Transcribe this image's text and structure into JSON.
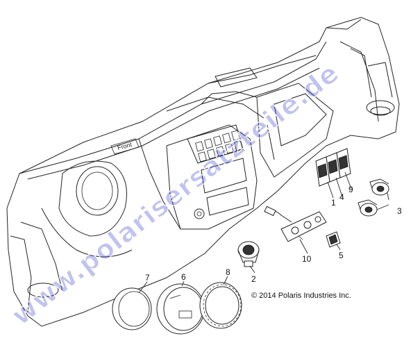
{
  "diagram": {
    "front_label": "Front",
    "copyright": "© 2014 Polaris Industries Inc.",
    "watermark": "www.polarisersatzteile.de",
    "callouts": [
      {
        "id": "1",
        "label": "1"
      },
      {
        "id": "2",
        "label": "2"
      },
      {
        "id": "3",
        "label": "3"
      },
      {
        "id": "4",
        "label": "4"
      },
      {
        "id": "5",
        "label": "5"
      },
      {
        "id": "6",
        "label": "6"
      },
      {
        "id": "7",
        "label": "7"
      },
      {
        "id": "8",
        "label": "8"
      },
      {
        "id": "9",
        "label": "9"
      },
      {
        "id": "10",
        "label": "10"
      }
    ]
  }
}
